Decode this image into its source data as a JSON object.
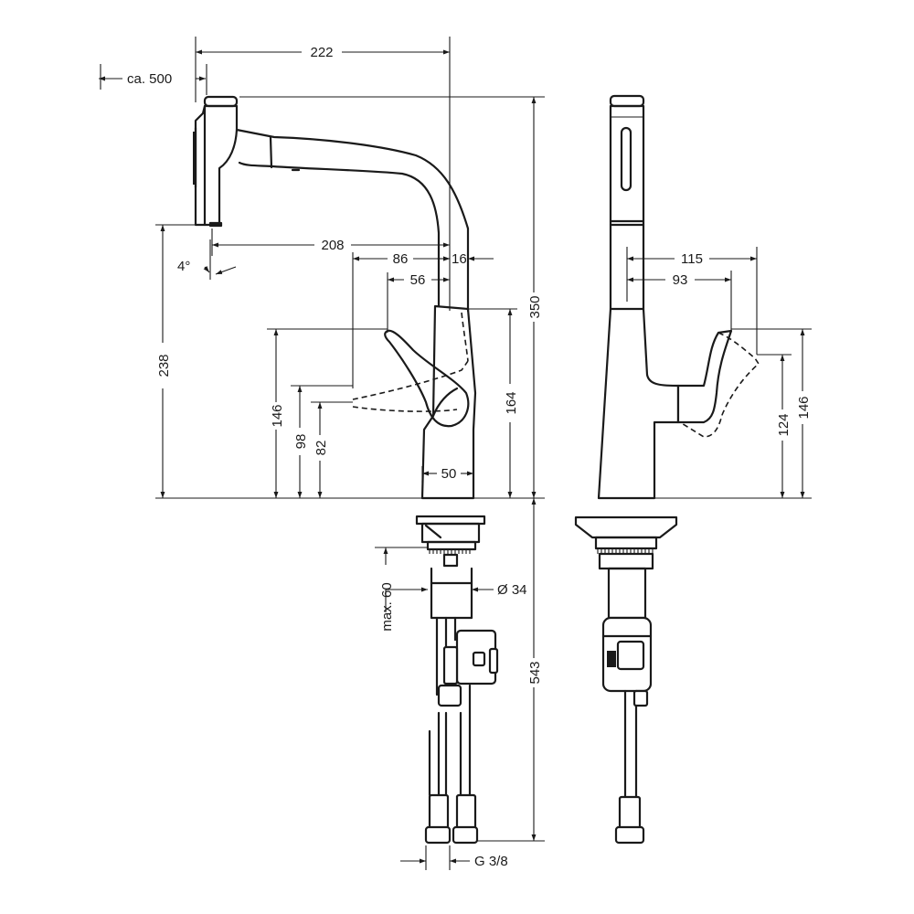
{
  "dimensions": {
    "top_width": "222",
    "pullout_length": "ca. 500",
    "spout_reach": "208",
    "lever_reach_a": "86",
    "lever_reach_b": "56",
    "spout_offset": "16",
    "tilt_angle": "4°",
    "total_height": "350",
    "outlet_height": "238",
    "lever_height_a": "146",
    "lever_height_b": "98",
    "lever_height_c": "82",
    "body_height": "164",
    "base_width": "50",
    "max_thickness": "max. 60",
    "shank_diameter": "Ø 34",
    "hose_length": "543",
    "connection_thread": "G 3/8",
    "side_reach_a": "115",
    "side_reach_b": "93",
    "side_height_a": "124",
    "side_height_b": "146"
  }
}
